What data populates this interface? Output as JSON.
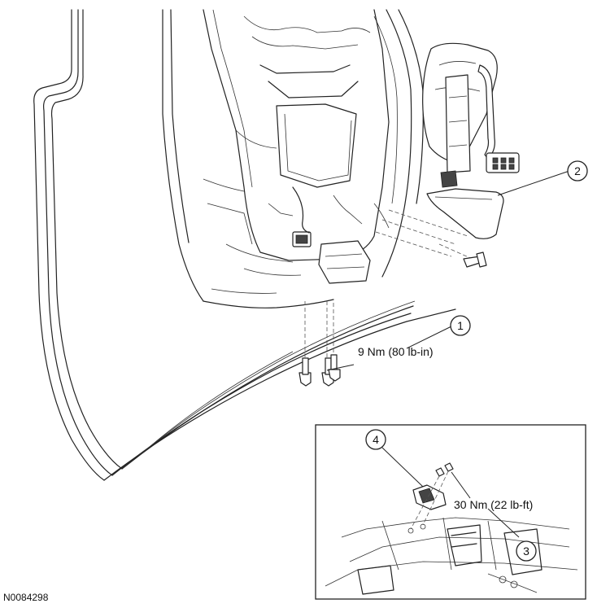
{
  "figure_id": "N0084298",
  "callouts": [
    {
      "number": "1",
      "label": "9 Nm (80 lb-in)"
    },
    {
      "number": "2",
      "label": ""
    },
    {
      "number": "3",
      "label": ""
    },
    {
      "number": "4",
      "label": "30 Nm (22 lb-ft)"
    }
  ]
}
